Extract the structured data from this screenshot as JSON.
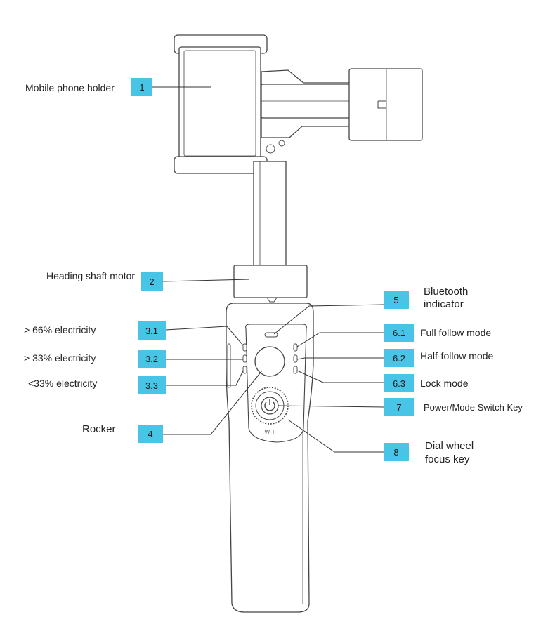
{
  "colors": {
    "badge": "#47c4e6",
    "line": "#333333",
    "device": "#444444"
  },
  "icons": {
    "power": "power-icon"
  },
  "device": {
    "dial_marking": "W-T"
  },
  "callouts": [
    {
      "num": "1",
      "label": "Mobile phone holder"
    },
    {
      "num": "2",
      "label": "Heading shaft motor"
    },
    {
      "num": "3.1",
      "label": "> 66% electricity"
    },
    {
      "num": "3.2",
      "label": "> 33% electricity"
    },
    {
      "num": "3.3",
      "label": "<33% electricity"
    },
    {
      "num": "4",
      "label": "Rocker"
    },
    {
      "num": "5",
      "label_lines": [
        "Bluetooth",
        "indicator"
      ]
    },
    {
      "num": "6.1",
      "label": "Full follow mode"
    },
    {
      "num": "6.2",
      "label": "Half-follow mode"
    },
    {
      "num": "6.3",
      "label": "Lock mode"
    },
    {
      "num": "7",
      "label": "Power/Mode Switch Key"
    },
    {
      "num": "8",
      "label_lines": [
        "Dial wheel",
        "focus key"
      ]
    }
  ]
}
